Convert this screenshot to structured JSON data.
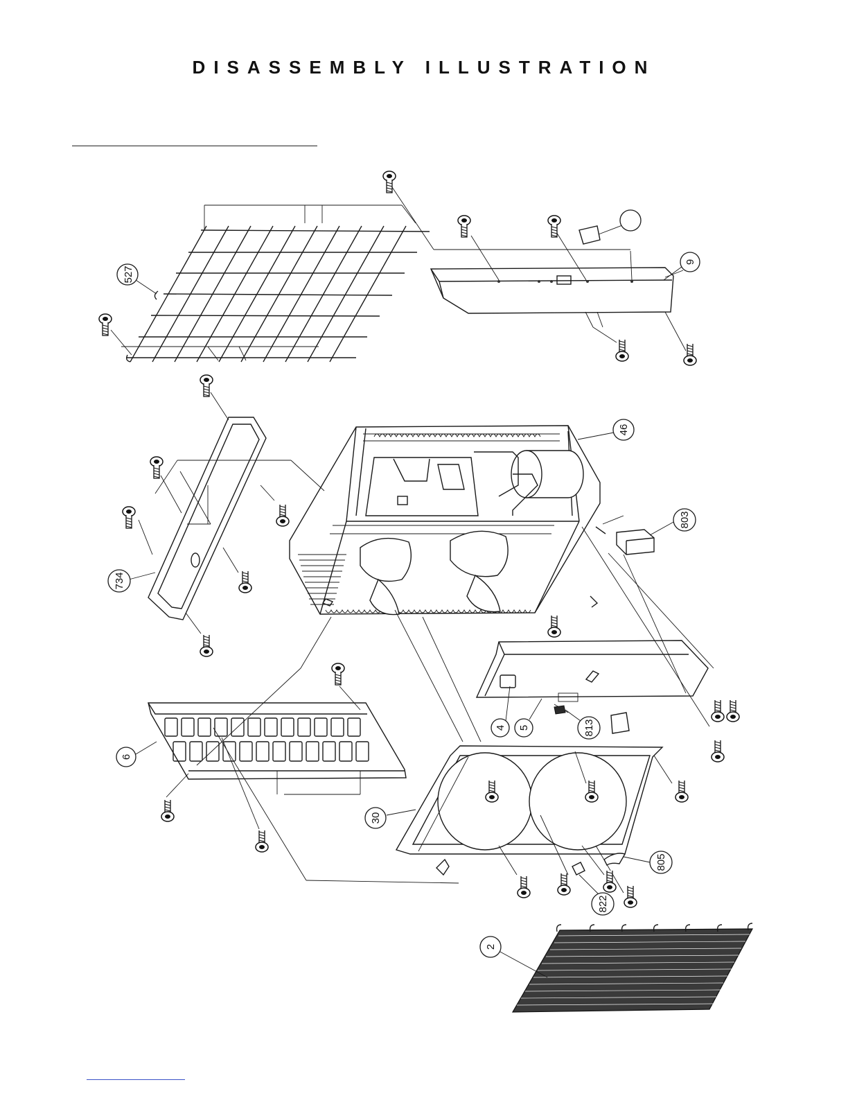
{
  "title": "DISASSEMBLY ILLUSTRATION",
  "part_numbers": {
    "grille": "527",
    "top_panel": "9",
    "base_pan": "46",
    "bushing": "803",
    "side_panel": "734",
    "rear_panel": "6",
    "control_cover_label": "4",
    "control_cover": "5",
    "clip_813": "813",
    "fan_orifice_panel": "30",
    "retainer_805": "805",
    "nut_822": "822",
    "condenser_coil": "2"
  },
  "colors": {
    "line": "#1a1a1a",
    "footer_link": "#3a52c8"
  }
}
